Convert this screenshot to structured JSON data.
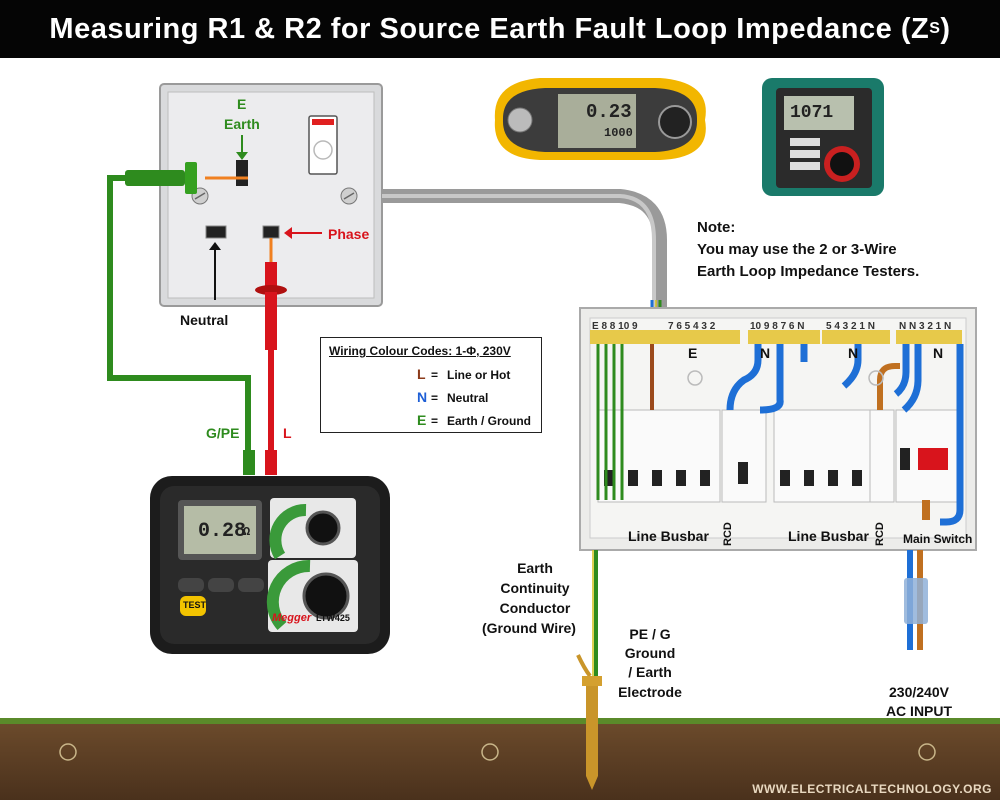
{
  "header": {
    "title": "Measuring R1 & R2 for Source Earth Fault Loop Impedance (Z",
    "title_sub": "S",
    "title_end": ")"
  },
  "socket": {
    "earth_letter": "E",
    "earth_label": "Earth",
    "phase_label": "Phase",
    "neutral_label": "Neutral"
  },
  "leads": {
    "gpe_label": "G/PE",
    "l_label": "L"
  },
  "legend": {
    "title": "Wiring Colour Codes: 1-Φ, 230V",
    "rows": [
      {
        "key": "L",
        "text": "Line or  Hot",
        "key_color": "#8b3a1a"
      },
      {
        "key": "N",
        "text": "Neutral",
        "key_color": "#1e5fd6"
      },
      {
        "key": "E",
        "text": "Earth / Ground",
        "key_color": "#2e8b1e"
      }
    ]
  },
  "note": {
    "title": "Note:",
    "line1": "You may use the 2 or 3-Wire",
    "line2": "Earth Loop Impedance Testers."
  },
  "testers": {
    "fluke_main": "0.23",
    "fluke_sub": "1000",
    "kyoritsu_display": "1071",
    "megger_display": "0.28",
    "megger_unit": "Ω",
    "megger_brand": "Megger",
    "megger_model": "LTW425",
    "megger_test": "TEST"
  },
  "board": {
    "earth_bar_text": "E 8 8 10 9",
    "line_bar_text": "7 6 5 4 3 2",
    "neutral_bar1_text": "10 9 8 7 6 N",
    "neutral_bar2_text": "5 4 3 2 1 N",
    "neutral_bar3_text": "N N 3 2 1 N",
    "e_label": "E",
    "n_label": "N",
    "line_busbar_label": "Line Busbar",
    "rcd_label": "RCD",
    "main_switch_label": "Main Switch"
  },
  "labels": {
    "ecc_1": "Earth",
    "ecc_2": "Continuity",
    "ecc_3": "Conductor",
    "ecc_4": "(Ground Wire)",
    "electrode_1": "PE / G",
    "electrode_2": "Ground",
    "electrode_3": "/ Earth",
    "electrode_4": "Electrode",
    "input_1": "230/240V",
    "input_2": "AC INPUT"
  },
  "watermark": "WWW.ELECTRICALTECHNOLOGY.ORG",
  "colors": {
    "earth_green": "#2e8b1e",
    "line_red": "#d8141c",
    "neutral_blue": "#1e6fd6",
    "line_brown": "#9b4a1c"
  }
}
